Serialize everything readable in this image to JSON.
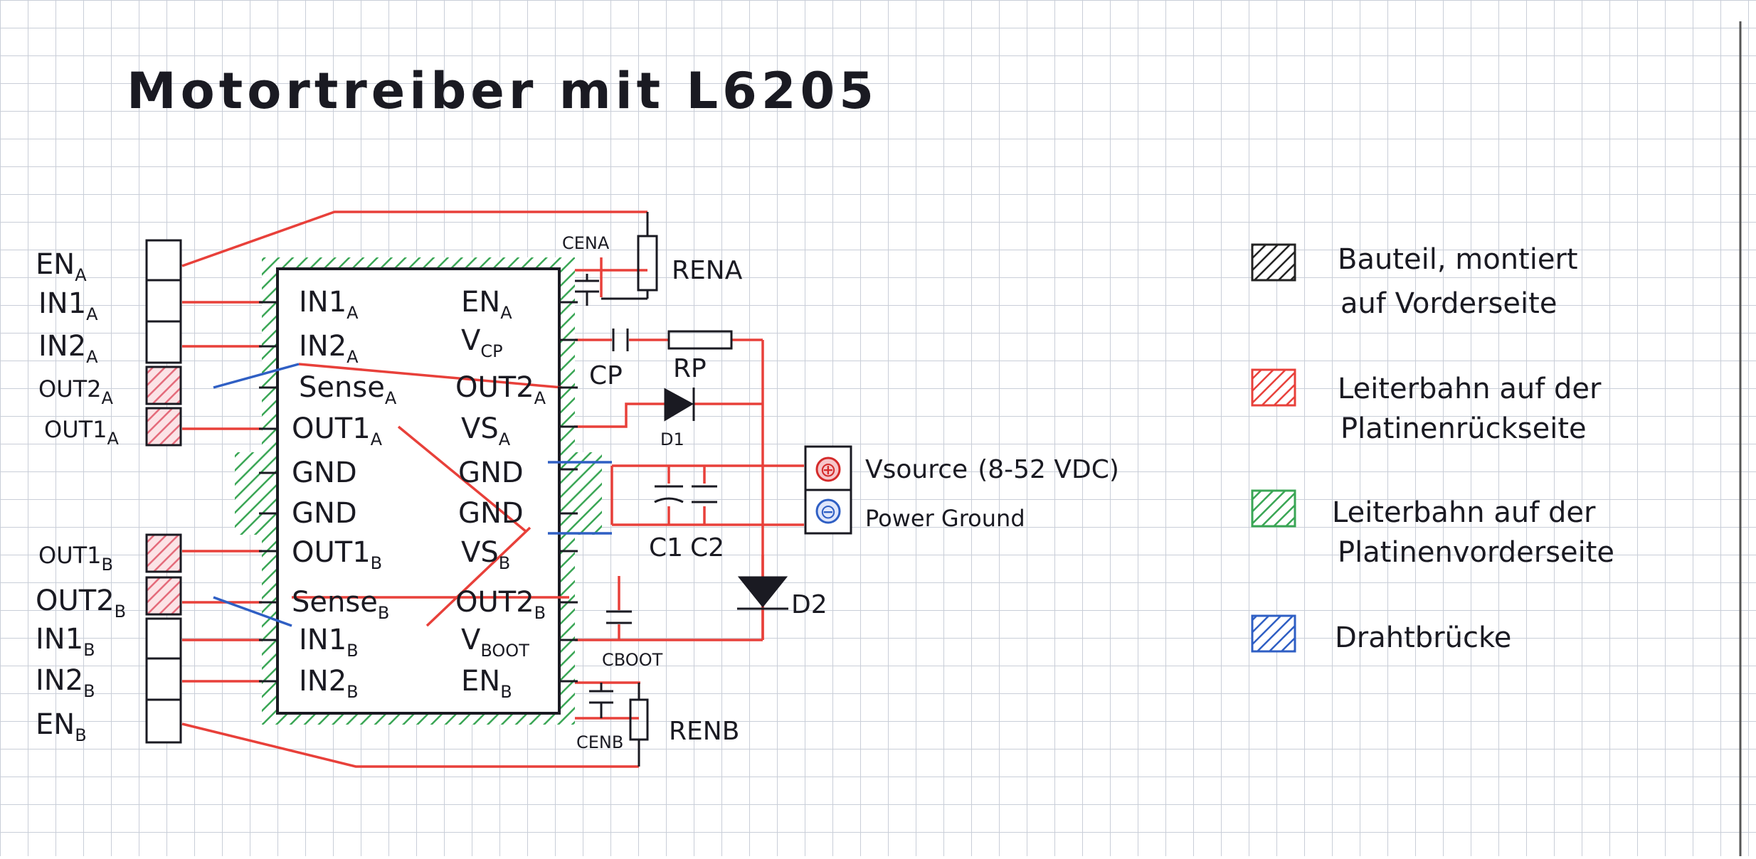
{
  "title": "Motortreiber mit L6205",
  "connector_labels": [
    {
      "main": "EN",
      "sub": "A"
    },
    {
      "main": "IN1",
      "sub": "A"
    },
    {
      "main": "IN2",
      "sub": "A"
    },
    {
      "main": "OUT2",
      "sub": "A"
    },
    {
      "main": "OUT1",
      "sub": "A"
    },
    {
      "main": "OUT1",
      "sub": "B"
    },
    {
      "main": "OUT2",
      "sub": "B"
    },
    {
      "main": "IN1",
      "sub": "B"
    },
    {
      "main": "IN2",
      "sub": "B"
    },
    {
      "main": "EN",
      "sub": "B"
    }
  ],
  "ic_left_pins": [
    {
      "main": "IN1",
      "sub": "A"
    },
    {
      "main": "IN2",
      "sub": "A"
    },
    {
      "main": "Sense",
      "sub": "A"
    },
    {
      "main": "OUT1",
      "sub": "A"
    },
    {
      "main": "GND",
      "sub": ""
    },
    {
      "main": "GND",
      "sub": ""
    },
    {
      "main": "OUT1",
      "sub": "B"
    },
    {
      "main": "Sense",
      "sub": "B"
    },
    {
      "main": "IN1",
      "sub": "B"
    },
    {
      "main": "IN2",
      "sub": "B"
    }
  ],
  "ic_right_pins": [
    {
      "main": "EN",
      "sub": "A"
    },
    {
      "main": "V",
      "sub": "CP"
    },
    {
      "main": "OUT2",
      "sub": "A"
    },
    {
      "main": "VS",
      "sub": "A"
    },
    {
      "main": "GND",
      "sub": ""
    },
    {
      "main": "GND",
      "sub": ""
    },
    {
      "main": "VS",
      "sub": "B"
    },
    {
      "main": "OUT2",
      "sub": "B"
    },
    {
      "main": "V",
      "sub": "BOOT"
    },
    {
      "main": "EN",
      "sub": "B"
    }
  ],
  "components": {
    "cena": "CENA",
    "rena": "RENA",
    "cp": "CP",
    "rp": "RP",
    "d1": "D1",
    "d2": "D2",
    "c1": "C1",
    "c2": "C2",
    "cboot": "CBOOT",
    "cenb": "CENB",
    "renb": "RENB"
  },
  "power": {
    "plus_symbol": "⊕",
    "minus_symbol": "⊖",
    "vsource": "Vsource",
    "vsource_range": "(8-52 VDC)",
    "ground": "Power Ground"
  },
  "legend": [
    {
      "line1": "Bauteil, montiert",
      "line2": "auf Vorderseite",
      "color": "#222222"
    },
    {
      "line1": "Leiterbahn auf der",
      "line2": "Platinenrückseite",
      "color": "#e8403a"
    },
    {
      "line1": "Leiterbahn auf der",
      "line2": "Platinenvorderseite",
      "color": "#3aa655"
    },
    {
      "line1": "Drahtbrücke",
      "line2": "",
      "color": "#2f5fc4"
    }
  ],
  "colors": {
    "ink": "#1a1a22",
    "red_trace": "#e8403a",
    "green_trace": "#3aa655",
    "blue_wire": "#2f5fc4",
    "pad_red": "#f2a0a8",
    "grid": "#c9ced8"
  }
}
